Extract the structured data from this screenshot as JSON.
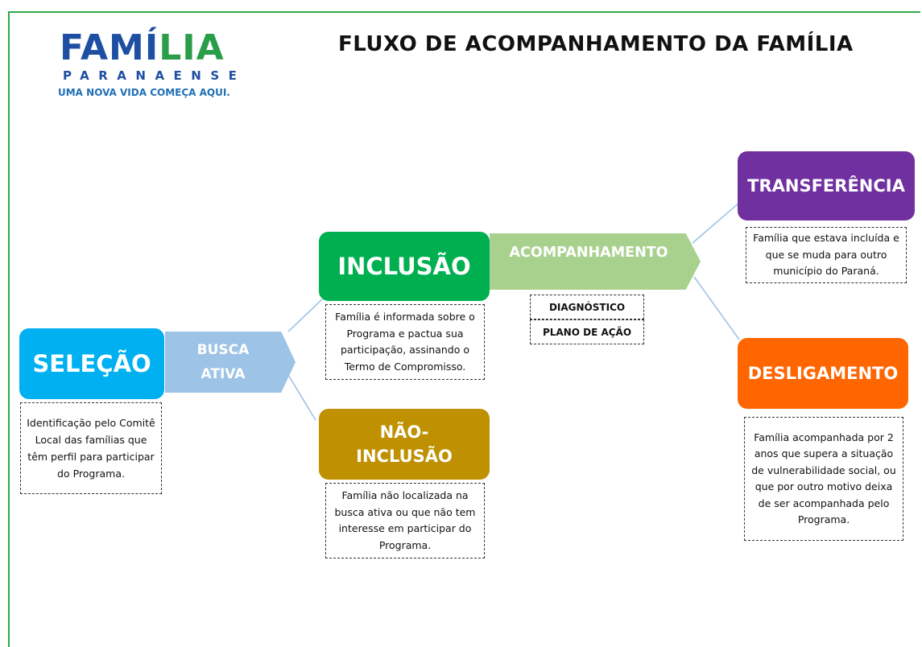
{
  "logo": {
    "brand_part1": "FAMÍ",
    "brand_part2": "LIA",
    "subtitle": "PARANAENSE",
    "tagline": "UMA NOVA VIDA COMEÇA AQUI."
  },
  "title": "FLUXO DE ACOMPANHAMENTO DA FAMÍLIA",
  "nodes": {
    "selecao": {
      "label": "SELEÇÃO",
      "color": "#00b0f0",
      "description": "Identificação pelo Comitê Local das famílias que têm perfil para participar do Programa."
    },
    "busca_ativa": {
      "label": "BUSCA ATIVA",
      "color": "#9dc3e6"
    },
    "inclusao": {
      "label": "INCLUSÃO",
      "color": "#00b050",
      "description": "Família é informada sobre o Programa e pactua sua participação, assinando o Termo de Compromisso."
    },
    "nao_inclusao": {
      "label": "NÃO-INCLUSÃO",
      "color": "#bf9000",
      "description": "Família não localizada na busca ativa ou que não tem interesse em participar do Programa."
    },
    "acompanhamento": {
      "label": "ACOMPANHAMENTO",
      "color": "#a9d18e",
      "steps": [
        "DIAGNÓSTICO",
        "PLANO DE AÇÃO"
      ]
    },
    "transferencia": {
      "label": "TRANSFERÊNCIA",
      "color": "#7030a0",
      "description": "Família que estava incluída e que se muda para outro município do Paraná."
    },
    "desligamento": {
      "label": "DESLIGAMENTO",
      "color": "#ff6600",
      "description": "Família acompanhada por 2 anos que supera a situação de vulnerabilidade social, ou que por outro motivo deixa de ser acompanhada pelo Programa."
    }
  },
  "colors": {
    "frame": "#2eaa4a",
    "connector": "#9dc3e6",
    "brand_blue": "#1f4fa3",
    "brand_green": "#2a9d4a"
  }
}
